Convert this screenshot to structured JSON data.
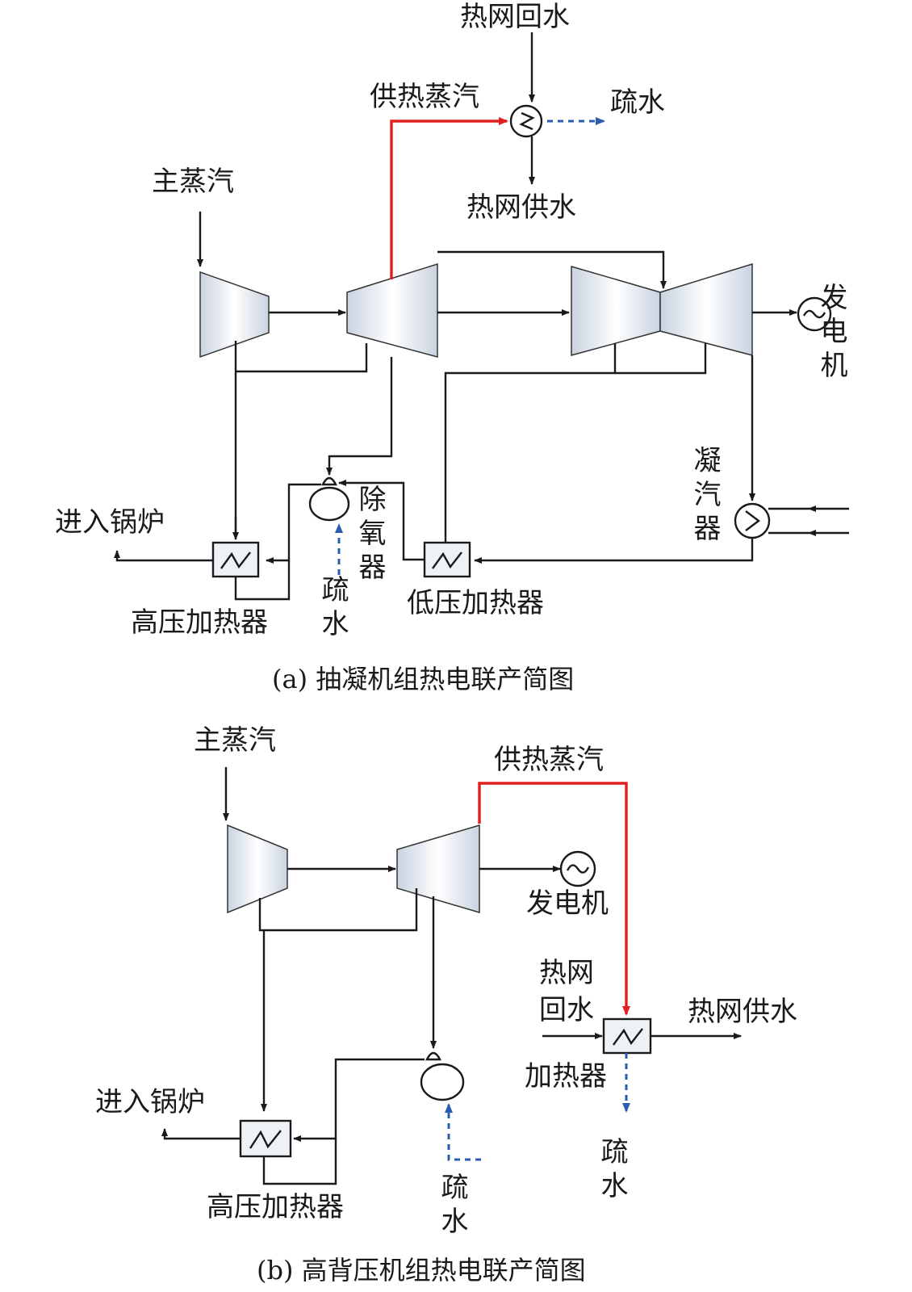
{
  "diagram_a": {
    "caption": "(a) 抽凝机组热电联产简图",
    "heat_net_return": "热网回水",
    "heating_steam": "供热蒸汽",
    "drain": "疏水",
    "heat_net_supply": "热网供水",
    "main_steam": "主蒸汽",
    "generator": "发电机",
    "deaerator": "除氧器",
    "condenser": "凝汽器",
    "to_boiler": "进入锅炉",
    "hp_heater": "高压加热器",
    "lp_heater": "低压加热器"
  },
  "diagram_b": {
    "caption": "(b) 高背压机组热电联产简图",
    "main_steam": "主蒸汽",
    "heating_steam": "供热蒸汽",
    "generator": "发电机",
    "heat_net_return": "热网回水",
    "heat_net_supply": "热网供水",
    "heater": "加热器",
    "to_boiler": "进入锅炉",
    "hp_heater": "高压加热器",
    "drain": "疏水"
  },
  "colors": {
    "line": "#1a1a1a",
    "heating_steam_line": "#e02020",
    "drain_line": "#2a5db0"
  }
}
